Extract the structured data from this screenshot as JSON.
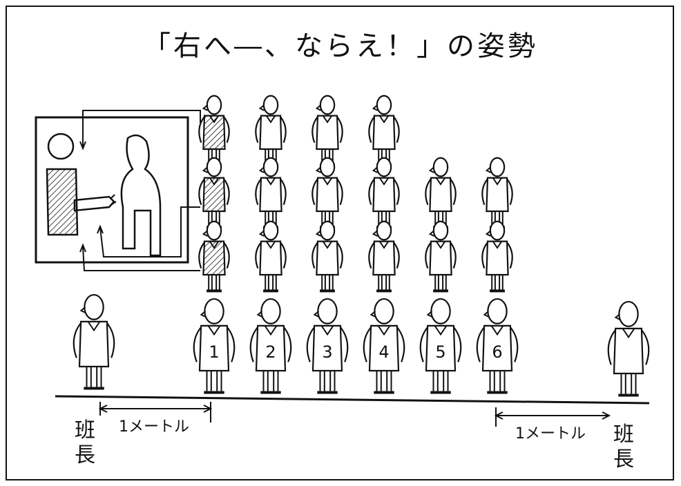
{
  "title": "「右へ―、ならえ！」の姿勢",
  "leader_label": "班長",
  "distance_label": "1メートル",
  "rows": [
    {
      "name": "row-1",
      "count": 4
    },
    {
      "name": "row-2",
      "count": 6
    },
    {
      "name": "row-3",
      "count": 6
    },
    {
      "name": "row-4-front",
      "count": 6
    }
  ],
  "front_numbers": [
    "1",
    "2",
    "3",
    "4",
    "5",
    "6"
  ]
}
